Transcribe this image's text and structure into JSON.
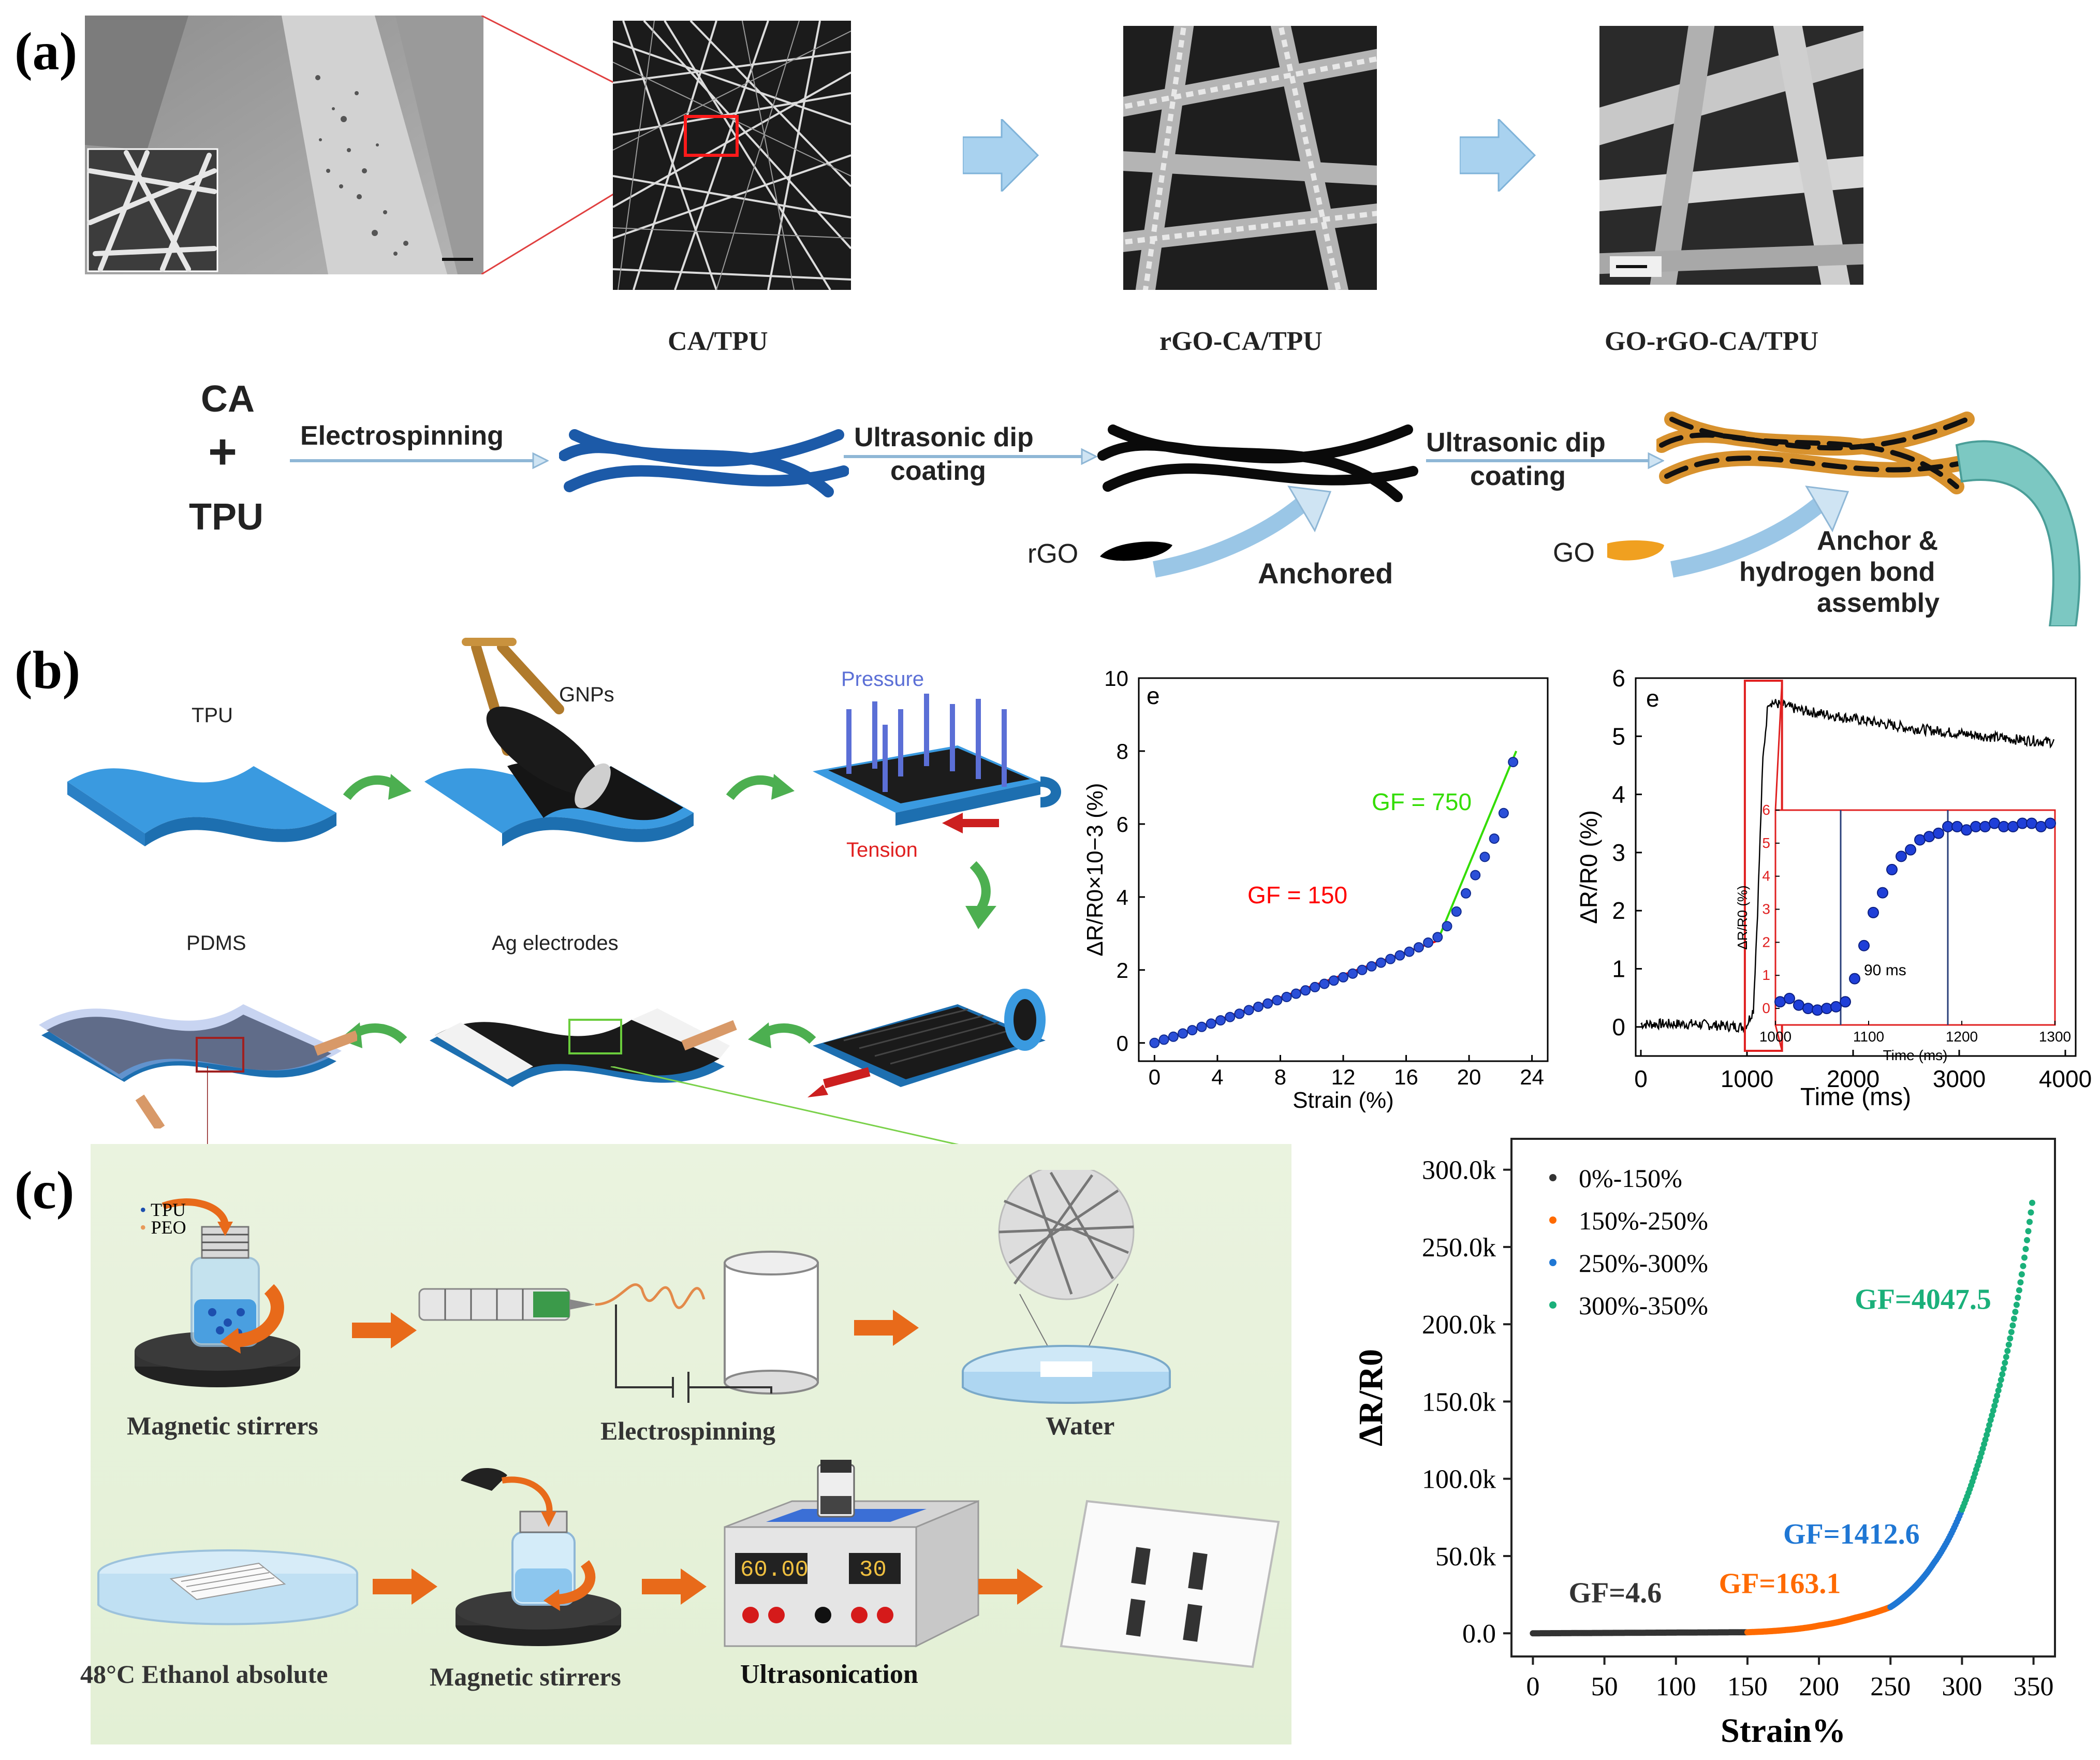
{
  "panels": {
    "a": "(a)",
    "b": "(b)",
    "c": "(c)"
  },
  "panel_a": {
    "sem_labels": [
      "CA/TPU",
      "rGO-CA/TPU",
      "GO-rGO-CA/TPU"
    ],
    "scheme": {
      "ca": "CA",
      "plus": "+",
      "tpu": "TPU",
      "step1": "Electrospinning",
      "step2_line1": "Ultrasonic dip",
      "step2_line2": "coating",
      "step3_line1": "Ultrasonic dip",
      "step3_line2": "coating",
      "rgo": "rGO",
      "anchored": "Anchored",
      "go": "GO",
      "anchor_line1": "Anchor &",
      "anchor_line2": "hydrogen bond",
      "anchor_line3": "assembly"
    }
  },
  "panel_b": {
    "tpu": "TPU",
    "gnps": "GNPs",
    "pressure": "Pressure",
    "tension": "Tension",
    "pdms": "PDMS",
    "ag": "Ag electrodes"
  },
  "panel_c": {
    "tpu": "TPU",
    "peo": "PEO",
    "stirrers1": "Magnetic stirrers",
    "electrospinning": "Electrospinning",
    "water": "Water",
    "ethanol": "48°C Ethanol absolute",
    "stirrers2": "Magnetic stirrers",
    "ultrasonication": "Ultrasonication",
    "display1": "60.00",
    "display2": "30"
  },
  "chart_data": [
    {
      "type": "scatter",
      "panel_letter": "e",
      "xlabel": "Strain (%)",
      "ylabel": "ΔR/R0×10−3 (%)",
      "xlim": [
        -1,
        25
      ],
      "ylim": [
        -0.5,
        10
      ],
      "xticks": [
        0,
        4,
        8,
        12,
        16,
        20,
        24
      ],
      "yticks": [
        0,
        2,
        4,
        6,
        8,
        10
      ],
      "series": [
        {
          "x": [
            0,
            0.6,
            1.2,
            1.8,
            2.4,
            3.0,
            3.6,
            4.2,
            4.8,
            5.4,
            6.0,
            6.6,
            7.2,
            7.8,
            8.4,
            9.0,
            9.6,
            10.2,
            10.8,
            11.4,
            12.0,
            12.6,
            13.2,
            13.8,
            14.4,
            15.0,
            15.6,
            16.2,
            16.8,
            17.4,
            18.0,
            18.6,
            19.2,
            19.8,
            20.4,
            21.0,
            21.6,
            22.2,
            22.8
          ],
          "values": [
            0,
            0.09,
            0.17,
            0.26,
            0.35,
            0.44,
            0.53,
            0.62,
            0.71,
            0.8,
            0.9,
            0.99,
            1.08,
            1.17,
            1.26,
            1.35,
            1.44,
            1.53,
            1.62,
            1.71,
            1.8,
            1.9,
            2.0,
            2.1,
            2.2,
            2.3,
            2.4,
            2.5,
            2.62,
            2.75,
            2.9,
            3.2,
            3.6,
            4.1,
            4.6,
            5.1,
            5.6,
            6.3,
            7.7
          ]
        }
      ],
      "fits": [
        {
          "label": "GF = 150",
          "color": "#ff0000",
          "x": [
            0,
            18
          ],
          "y": [
            0,
            2.8
          ]
        },
        {
          "label": "GF = 750",
          "color": "#33dd00",
          "x": [
            18,
            23
          ],
          "y": [
            2.8,
            8.0
          ]
        }
      ],
      "grid": false
    },
    {
      "type": "line",
      "panel_letter": "e",
      "xlabel": "Time (ms)",
      "ylabel": "ΔR/R0 (%)",
      "xlim": [
        0,
        4000
      ],
      "ylim": [
        -0.5,
        6
      ],
      "xticks": [
        0,
        1000,
        2000,
        3000,
        4000
      ],
      "yticks": [
        0,
        1,
        2,
        3,
        4,
        5,
        6
      ],
      "series": [
        {
          "x": [
            0,
            500,
            950,
            1000,
            1060,
            1100,
            1150,
            1200,
            1300,
            1500,
            2000,
            2500,
            3000,
            3500,
            3900
          ],
          "values": [
            0.05,
            0.05,
            0.0,
            0.05,
            0.3,
            2.0,
            4.6,
            5.6,
            5.55,
            5.45,
            5.3,
            5.15,
            5.05,
            4.95,
            4.9
          ]
        }
      ],
      "inset": {
        "xlabel": "Time (ms)",
        "ylabel": "ΔR/R0 (%)",
        "xlim": [
          1000,
          1300
        ],
        "ylim": [
          -0.5,
          6
        ],
        "xticks": [
          1000,
          1100,
          1200,
          1300
        ],
        "yticks": [
          0,
          1,
          2,
          3,
          4,
          5,
          6
        ],
        "annotation": "90 ms",
        "x": [
          1005,
          1015,
          1025,
          1035,
          1045,
          1055,
          1065,
          1075,
          1085,
          1095,
          1105,
          1115,
          1125,
          1135,
          1145,
          1155,
          1165,
          1175,
          1185,
          1195,
          1205,
          1215,
          1225,
          1235,
          1245,
          1255,
          1265,
          1275,
          1285,
          1295
        ],
        "values": [
          0.2,
          0.3,
          0.1,
          0.0,
          -0.05,
          0.0,
          0.05,
          0.2,
          0.9,
          1.9,
          2.9,
          3.5,
          4.2,
          4.6,
          4.8,
          5.1,
          5.2,
          5.3,
          5.5,
          5.5,
          5.4,
          5.5,
          5.5,
          5.6,
          5.5,
          5.5,
          5.6,
          5.6,
          5.5,
          5.6
        ]
      }
    },
    {
      "type": "scatter",
      "xlabel": "Strain%",
      "ylabel": "ΔR/R0",
      "xlim": [
        -15,
        365
      ],
      "ylim": [
        -15000,
        320000
      ],
      "xticks": [
        0,
        50,
        100,
        150,
        200,
        250,
        300,
        350
      ],
      "yticks": [
        0,
        50000,
        100000,
        150000,
        200000,
        250000,
        300000
      ],
      "ytick_labels": [
        "0.0",
        "50.0k",
        "100.0k",
        "150.0k",
        "200.0k",
        "250.0k",
        "300.0k"
      ],
      "legend_position": "top-left",
      "series": [
        {
          "name": "0%-150%",
          "color": "#333333",
          "x": [
            0,
            150
          ],
          "values": [
            0,
            690
          ]
        },
        {
          "name": "150%-250%",
          "color": "#ff6a00",
          "x": [
            150,
            175,
            200,
            225,
            250
          ],
          "values": [
            690,
            2000,
            5000,
            10000,
            17000
          ]
        },
        {
          "name": "250%-300%",
          "color": "#1f77d4",
          "x": [
            250,
            260,
            270,
            280,
            290,
            300
          ],
          "values": [
            17000,
            24000,
            33000,
            45000,
            60000,
            80000
          ]
        },
        {
          "name": "300%-350%",
          "color": "#1ab07a",
          "x": [
            300,
            310,
            320,
            330,
            340,
            350
          ],
          "values": [
            80000,
            106000,
            138000,
            175000,
            222000,
            285000
          ]
        }
      ],
      "annotations": [
        {
          "text": "GF=4.6",
          "color": "#333333"
        },
        {
          "text": "GF=163.1",
          "color": "#ff6a00"
        },
        {
          "text": "GF=1412.6",
          "color": "#1f77d4"
        },
        {
          "text": "GF=4047.5",
          "color": "#1ab07a"
        }
      ],
      "grid": false
    }
  ]
}
